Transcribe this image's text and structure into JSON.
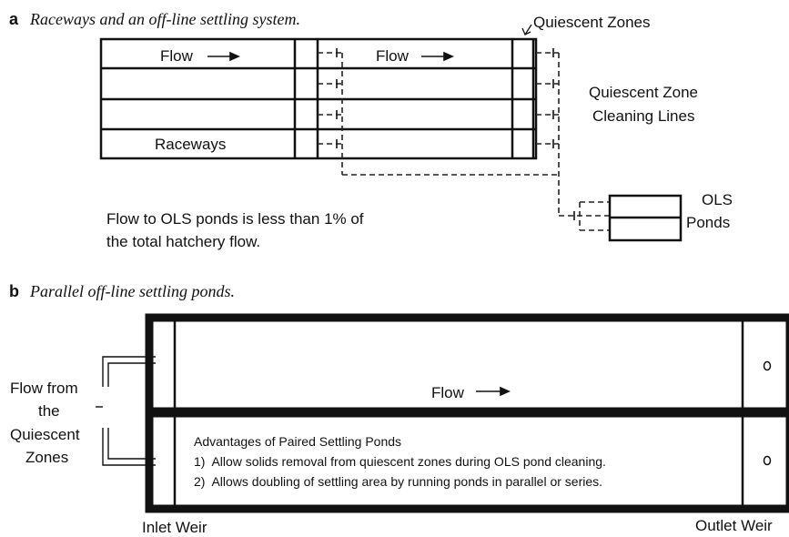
{
  "panel_a": {
    "letter": "a",
    "title": "Raceways and an off-line settling system.",
    "flow_label_1": "Flow",
    "flow_label_2": "Flow",
    "raceways_label": "Raceways",
    "quiescent_zones_label": "Quiescent Zones",
    "cleaning_lines_label_1": "Quiescent Zone",
    "cleaning_lines_label_2": "Cleaning Lines",
    "ols_label_1": "OLS",
    "ols_label_2": "Ponds",
    "note_line_1": "Flow to OLS ponds is less than 1% of",
    "note_line_2": "the total hatchery flow."
  },
  "panel_b": {
    "letter": "b",
    "title": "Parallel off-line settling ponds.",
    "flow_label": "Flow",
    "source_label_1": "Flow from",
    "source_label_2": "the",
    "source_label_3": "Quiescent",
    "source_label_4": "Zones",
    "advantages_title": "Advantages of Paired Settling Ponds",
    "advantage_1": "1)  Allow solids removal from quiescent zones during OLS pond cleaning.",
    "advantage_2": "2)  Allows doubling of settling area by running ponds in parallel or series.",
    "inlet_label": "Inlet Weir",
    "outlet_label": "Outlet Weir"
  }
}
